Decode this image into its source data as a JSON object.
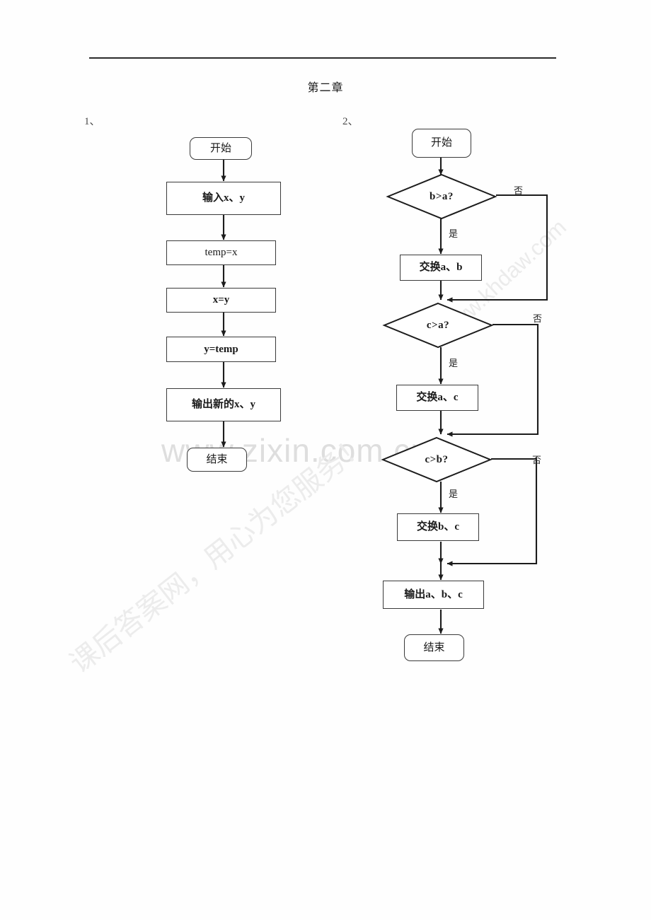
{
  "document": {
    "title": "第二章",
    "header_rule": true,
    "colors": {
      "ink": "#1a1a1a",
      "line": "#3a3a3a",
      "watermark": "#d9d9d9",
      "page_background": "#fefefe"
    }
  },
  "watermarks": [
    {
      "id": "horizontal",
      "text": "www.zixin.com.cn"
    },
    {
      "id": "diagonal-lower-left",
      "text": "课后答案网，用心为您服务！"
    },
    {
      "id": "diagonal-upper-right",
      "text": "www.khdaw.com"
    }
  ],
  "items": [
    {
      "number": "1、"
    },
    {
      "number": "2、"
    }
  ],
  "flowchart_1": {
    "caption": "1、",
    "nodes": [
      {
        "id": "start",
        "shape": "terminator",
        "text": "开始",
        "bold": false
      },
      {
        "id": "input",
        "shape": "process",
        "text": "输入x、y",
        "bold": true
      },
      {
        "id": "temp",
        "shape": "process",
        "text": "temp=x",
        "bold": false
      },
      {
        "id": "xy",
        "shape": "process",
        "text": "x=y",
        "bold": true
      },
      {
        "id": "ytemp",
        "shape": "process",
        "text": "y=temp",
        "bold": true
      },
      {
        "id": "output",
        "shape": "process",
        "text": "输出新的x、y",
        "bold": true
      },
      {
        "id": "end",
        "shape": "terminator",
        "text": "结束",
        "bold": false
      }
    ],
    "edges": [
      {
        "from": "start",
        "to": "input",
        "label": ""
      },
      {
        "from": "input",
        "to": "temp",
        "label": ""
      },
      {
        "from": "temp",
        "to": "xy",
        "label": ""
      },
      {
        "from": "xy",
        "to": "ytemp",
        "label": ""
      },
      {
        "from": "ytemp",
        "to": "output",
        "label": ""
      },
      {
        "from": "output",
        "to": "end",
        "label": ""
      }
    ]
  },
  "flowchart_2": {
    "caption": "2、",
    "nodes": [
      {
        "id": "start",
        "shape": "terminator",
        "text": "开始",
        "bold": false
      },
      {
        "id": "cond_ba",
        "shape": "decision",
        "text": "b>a?",
        "bold": true
      },
      {
        "id": "swap_ab",
        "shape": "process",
        "text": "交换a、b",
        "bold": true
      },
      {
        "id": "cond_ca",
        "shape": "decision",
        "text": "c>a?",
        "bold": true
      },
      {
        "id": "swap_ac",
        "shape": "process",
        "text": "交换a、c",
        "bold": true
      },
      {
        "id": "cond_cb",
        "shape": "decision",
        "text": "c>b?",
        "bold": true
      },
      {
        "id": "swap_bc",
        "shape": "process",
        "text": "交换b、c",
        "bold": true
      },
      {
        "id": "output",
        "shape": "process",
        "text": "输出a、b、c",
        "bold": true
      },
      {
        "id": "end",
        "shape": "terminator",
        "text": "结束",
        "bold": false
      }
    ],
    "edge_labels": {
      "yes": "是",
      "no": "否"
    },
    "edges": [
      {
        "from": "start",
        "to": "cond_ba",
        "label": ""
      },
      {
        "from": "cond_ba",
        "to": "swap_ab",
        "label": "是"
      },
      {
        "from": "cond_ba",
        "to": "cond_ca",
        "label": "否"
      },
      {
        "from": "swap_ab",
        "to": "cond_ca",
        "label": ""
      },
      {
        "from": "cond_ca",
        "to": "swap_ac",
        "label": "是"
      },
      {
        "from": "cond_ca",
        "to": "cond_cb",
        "label": "否"
      },
      {
        "from": "swap_ac",
        "to": "cond_cb",
        "label": ""
      },
      {
        "from": "cond_cb",
        "to": "swap_bc",
        "label": "是"
      },
      {
        "from": "cond_cb",
        "to": "output",
        "label": "否"
      },
      {
        "from": "swap_bc",
        "to": "output",
        "label": ""
      },
      {
        "from": "output",
        "to": "end",
        "label": ""
      }
    ]
  }
}
